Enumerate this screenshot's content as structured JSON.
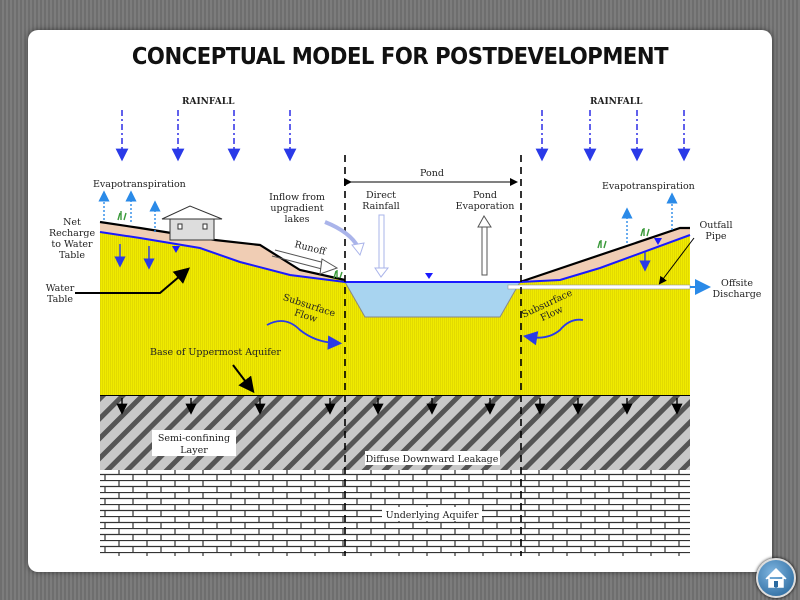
{
  "title": "CONCEPTUAL MODEL FOR POSTDEVELOPMENT",
  "labels": {
    "rainfall_left": "RAINFALL",
    "rainfall_right": "RAINFALL",
    "evap_left": "Evapotranspiration",
    "evap_right": "Evapotranspiration",
    "net_recharge": [
      "Net",
      "Recharge",
      "to Water",
      "Table"
    ],
    "water_table": [
      "Water",
      "Table"
    ],
    "inflow": [
      "Inflow from",
      "upgradient",
      "lakes"
    ],
    "runoff": "Runoff",
    "pond": "Pond",
    "direct_rainfall": [
      "Direct",
      "Rainfall"
    ],
    "pond_evaporation": [
      "Pond",
      "Evaporation"
    ],
    "outfall_pipe": [
      "Outfall",
      "Pipe"
    ],
    "offsite_discharge": [
      "Offsite",
      "Discharge"
    ],
    "subsurface_flow": [
      "Subsurface",
      "Flow"
    ],
    "base_aquifer": "Base of Uppermost Aquifer",
    "semi_confining": [
      "Semi-confining",
      "Layer"
    ],
    "diffuse_leakage": "Diffuse Downward Leakage",
    "underlying_aquifer": "Underlying Aquifer"
  },
  "colors": {
    "aquifer": "#f0ea00",
    "soil": "#f0cdb4",
    "water": "#a8d4f0",
    "water_table": "#1a1aff",
    "arrow_blue": "#2a8ae8"
  },
  "home_button": "home-icon"
}
